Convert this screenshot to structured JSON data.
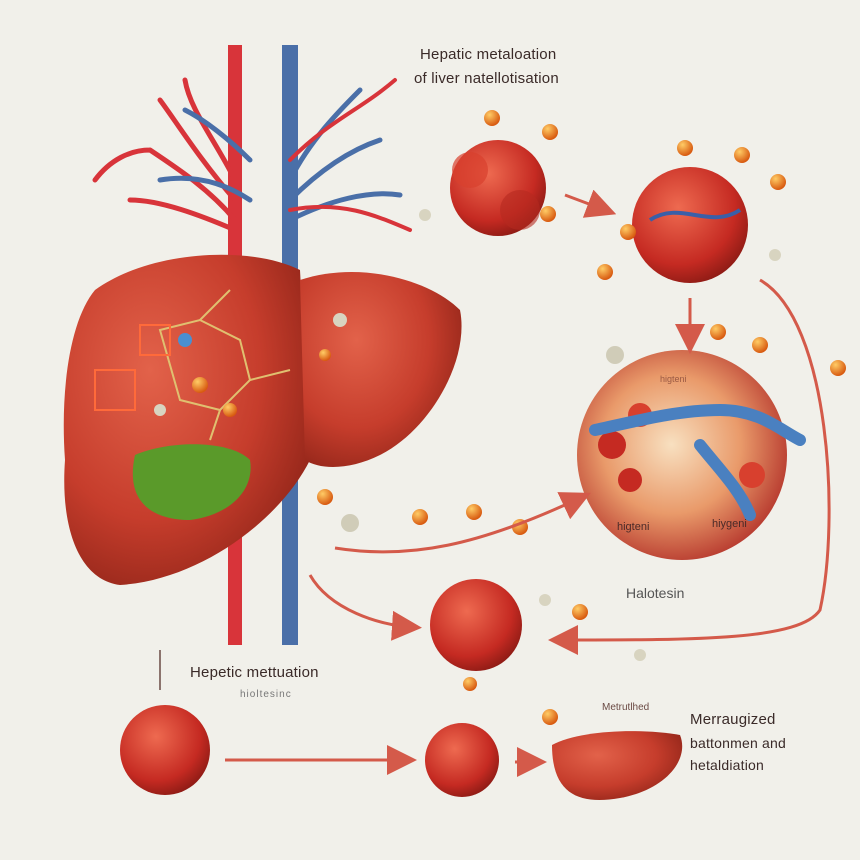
{
  "labels": {
    "title_line1": "Hepatic metaloation",
    "title_line2": "of liver natellotisation",
    "sphere_label_top": "higteni",
    "sphere_label_left": "higteni",
    "sphere_label_right": "hiygeni",
    "halotesin": "Halotesin",
    "bottom_title": "Hepetic mettuation",
    "bottom_sub": "hioltesinc",
    "metabolized_tag": "Metrutlhed",
    "result_line1": "Merraugized",
    "result_line2": "battonmen and",
    "result_line3": "hetaldiation"
  },
  "colors": {
    "liver": "#c9402e",
    "artery": "#d8343a",
    "vein": "#4a6fa8",
    "gallbladder": "#5a9a2a",
    "protein": "#c8322a",
    "node": "#e8761a",
    "arrow": "#d45a4a"
  }
}
